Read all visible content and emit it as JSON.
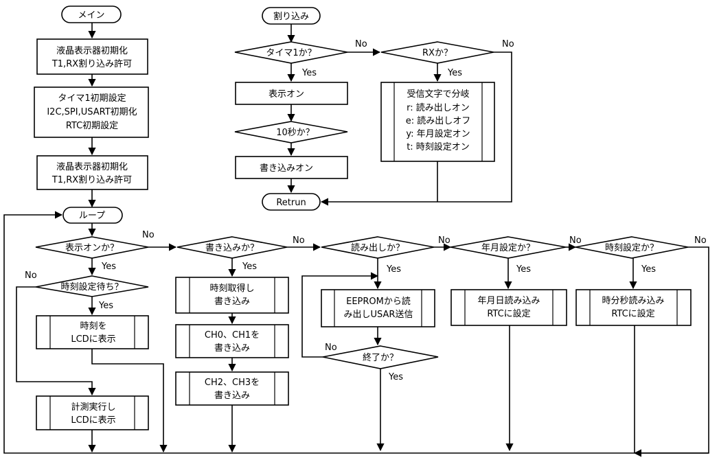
{
  "main_flow": {
    "start": "メイン",
    "step1": [
      "液晶表示器初期化",
      "T1,RX割り込み許可"
    ],
    "step2": [
      "タイマ1初期設定",
      "I2C,SPI,USART初期化",
      "RTC初期設定"
    ],
    "step3": [
      "液晶表示器初期化",
      "T1,RX割り込み許可"
    ],
    "loop": "ループ"
  },
  "interrupt_flow": {
    "start": "割り込み",
    "timer_check": "タイマ1か？",
    "display_on": "表示オン",
    "ten_sec_check": "10秒か？",
    "write_on": "書き込みオン",
    "rx_check": "RXか？",
    "rx_branch": [
      "受信文字で分岐",
      "r: 読み出しオン",
      "e: 読み出しオフ",
      "y: 年月設定オン",
      "t: 時刻設定オン"
    ],
    "return": "Retrun"
  },
  "loop_flow": {
    "display_check": "表示オンか？",
    "time_wait_check": "時刻設定待ち？",
    "show_time": [
      "時刻を",
      "LCDに表示"
    ],
    "measure": [
      "計測実行し",
      "LCDに表示"
    ],
    "write_check": "書き込みか？",
    "get_time_write": [
      "時刻取得し",
      "書き込み"
    ],
    "ch01_write": [
      "CH0、CH1を",
      "書き込み"
    ],
    "ch23_write": [
      "CH2、CH3を",
      "書き込み"
    ],
    "read_check": "読み出しか？",
    "eeprom_read": [
      "EEPROMから読",
      "み出しUSAR送信"
    ],
    "end_check": "終了か？",
    "ym_check": "年月設定か？",
    "ym_set": [
      "年月日読み込み",
      "RTCに設定"
    ],
    "time_check": "時刻設定か？",
    "hms_set": [
      "時分秒読み込み",
      "RTCに設定"
    ]
  },
  "labels": {
    "yes": "Yes",
    "no": "No"
  }
}
